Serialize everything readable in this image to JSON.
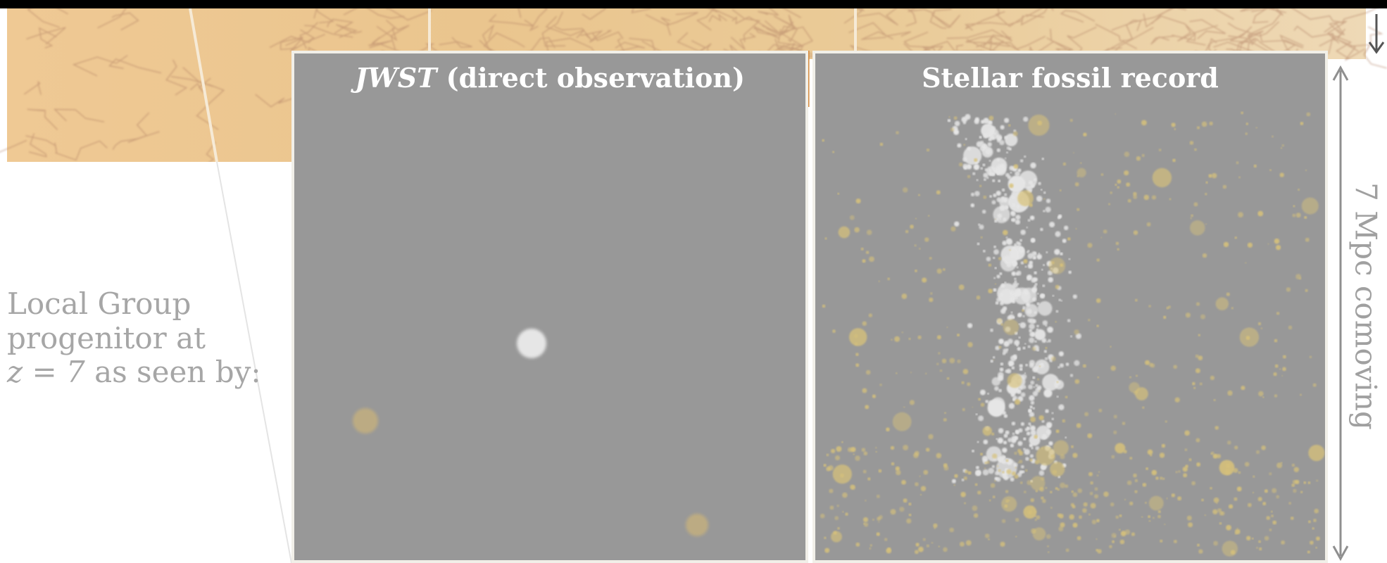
{
  "side_caption": {
    "line1": "Local Group",
    "line2": "progenitor at",
    "line3_math": "z = 7",
    "line3_rest": " as seen by:"
  },
  "panels": {
    "jwst": {
      "title_italic": "JWST",
      "title_rest": " (direct observation)"
    },
    "fossil": {
      "title": "Stellar fossil record"
    }
  },
  "scale": {
    "label": "7 Mpc comoving"
  },
  "colors": {
    "panel_bg": "#989898",
    "white_galaxy": "#e6e6e6",
    "gold_galaxy": "#d8c27a",
    "web_tint": "#e9c48a",
    "label_gray": "#a6a6a6"
  },
  "icons": {
    "scale_arrow": "double-headed-arrow",
    "corner": "down-arrow-icon"
  }
}
